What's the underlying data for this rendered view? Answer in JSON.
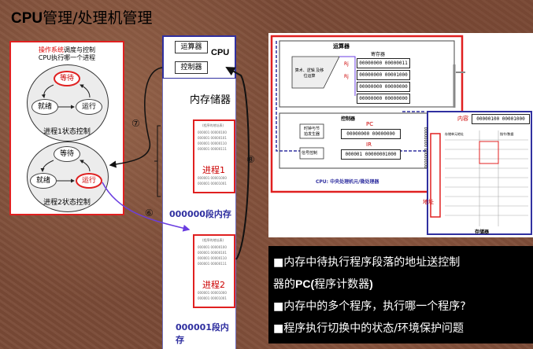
{
  "title": {
    "prefix": "CPU",
    "rest": "管理/处理机管理"
  },
  "process_panel": {
    "heading_red": "操作系统",
    "heading_black": "调度与控制",
    "subheading": "CPU执行哪一个进程",
    "p1_states": {
      "waiting": "等待",
      "ready": "就绪",
      "running": "运行"
    },
    "p1_caption": "进程1状态控制",
    "p2_states": {
      "waiting": "等待",
      "ready": "就绪",
      "running": "运行"
    },
    "p2_caption": "进程2状态控制"
  },
  "cpu": {
    "alu": "运算器",
    "label": "CPU",
    "control": "控制器"
  },
  "markers": {
    "m6": "⑥",
    "m7": "⑦",
    "m8": "⑧"
  },
  "memory": {
    "title": "内存储器",
    "process1": "进程1",
    "segment0": "000000段内存",
    "process2": "进程2",
    "segment1": "000001段内存",
    "table_header": "(程序的地址表)",
    "table_cells": [
      "000001 00000100",
      "000001 00000101",
      "000001 00000110",
      "000001 00000111",
      "000001 00001000",
      "000001 00001001"
    ]
  },
  "diagram": {
    "outer_top_label": "运算器",
    "reg_group_label": "寄存器",
    "regs": [
      "00000000 00000011",
      "00000000 00001000",
      "00000000 00000000",
      "00000000 00000000"
    ],
    "r_labels": [
      "Rj",
      "Rj"
    ],
    "alu_box": "算术、逻辑 及移位运算",
    "ctrl_label": "控制器",
    "clock_box": "时钟与节 拍发生器",
    "decoder_box": "信号控制",
    "pc_label": "PC",
    "pc_value": "00000000 00000000",
    "ir_label": "IR",
    "ir_value": "000001 00000001000",
    "cpu_caption": "CPU: 中央处理机元/微处理器",
    "addr_col_value": "00000000 00000000",
    "addr_label": "地址",
    "mem_reg_label": "内容",
    "mem_reg_value": "00000100 00001000",
    "mem_caption": "存储器",
    "mem_headers": [
      "存储单元地址",
      "指令/数据"
    ]
  },
  "text_lines": {
    "l1": "■内存中待执行程序段落的地址送控制",
    "l2a": "器的",
    "l2b": "PC(",
    "l2c": "程序计数器",
    "l2d": ")",
    "l3": "■内存中的多个程序，执行哪一个程序?",
    "l4": "■程序执行切换中的状态/环境保护问题"
  },
  "colors": {
    "red": "#e02020",
    "blue": "#3030a0",
    "purple": "#6a3de0"
  }
}
